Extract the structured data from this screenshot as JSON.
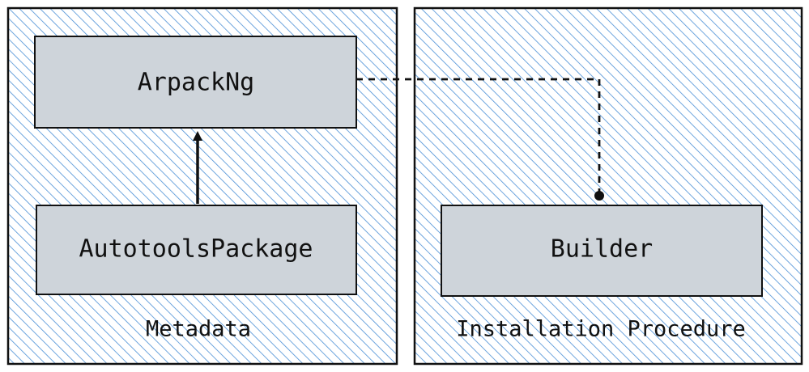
{
  "groups": {
    "metadata": {
      "label": "Metadata"
    },
    "installation": {
      "label": "Installation Procedure"
    }
  },
  "nodes": {
    "arpack": {
      "label": "ArpackNg"
    },
    "autotools": {
      "label": "AutotoolsPackage"
    },
    "builder": {
      "label": "Builder"
    }
  },
  "edges": [
    {
      "from": "AutotoolsPackage",
      "to": "ArpackNg",
      "style": "solid",
      "head": "arrow"
    },
    {
      "from": "ArpackNg",
      "to": "Builder",
      "style": "dashed",
      "head": "dot"
    }
  ],
  "colors": {
    "hatch": "#4a8fd6",
    "box_fill": "#ced4da",
    "stroke": "#111111",
    "background": "#ffffff"
  }
}
